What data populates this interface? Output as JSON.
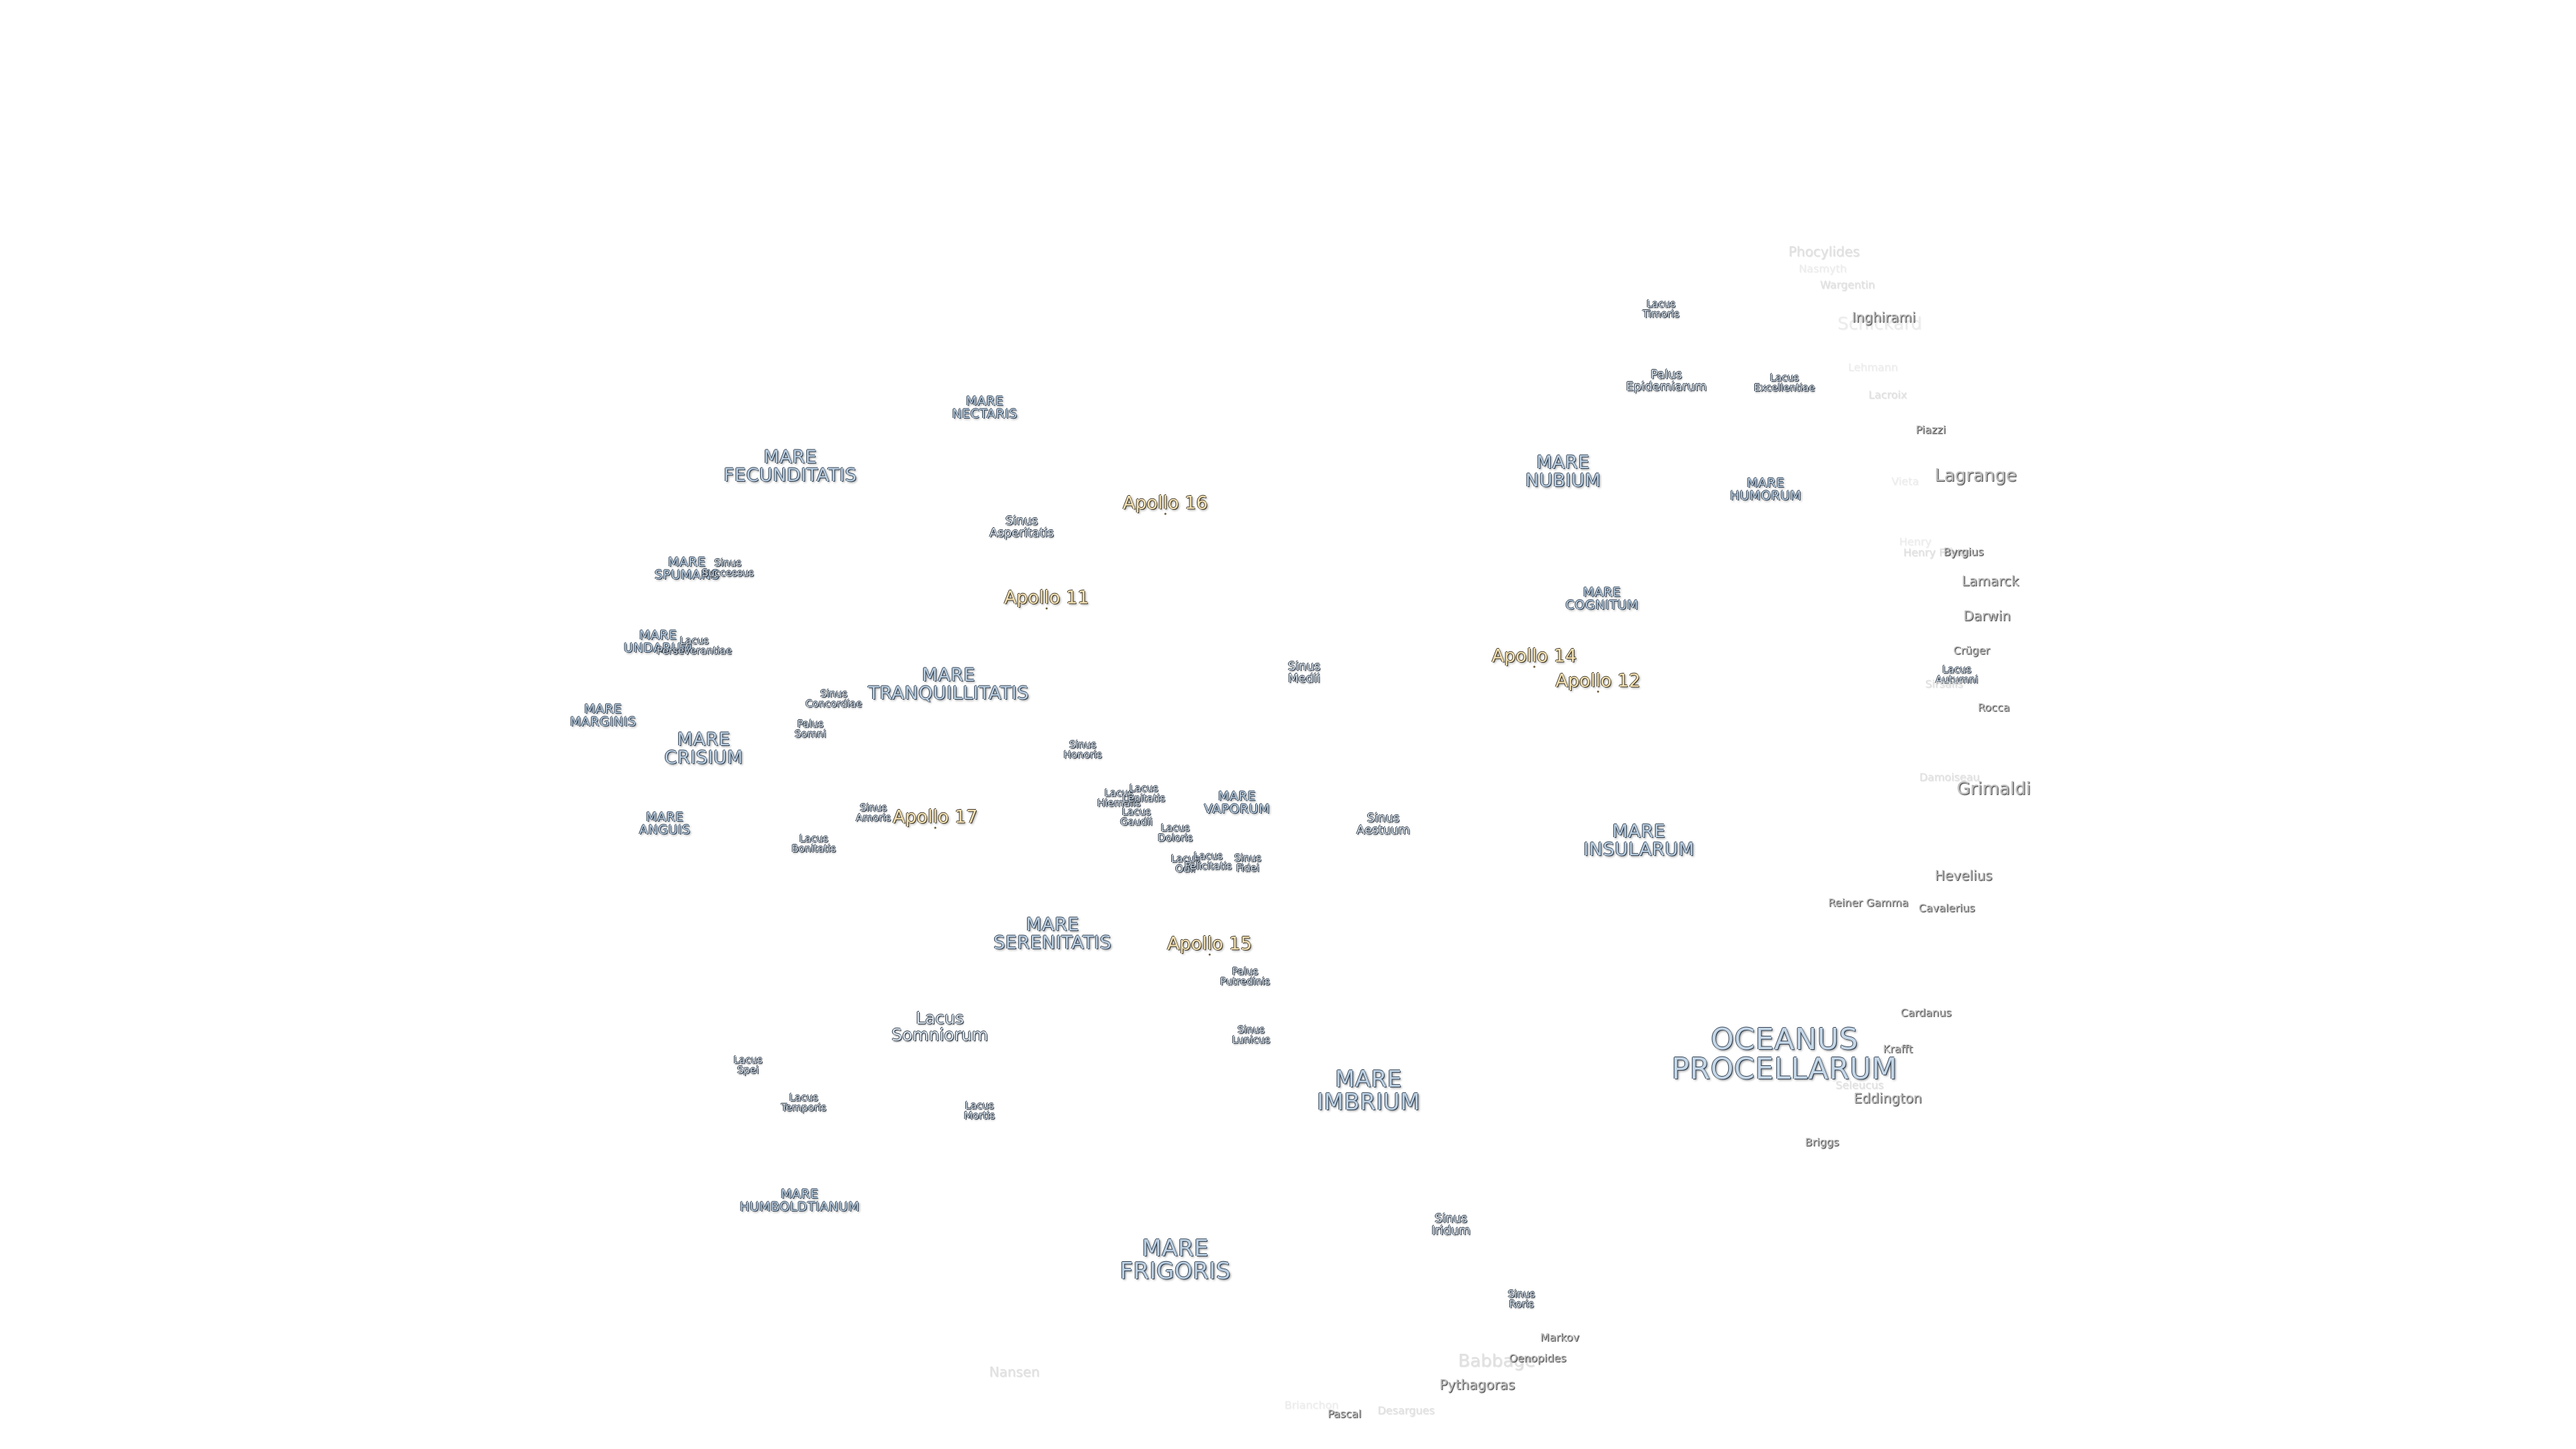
{
  "colors": {
    "background": "#ffffff",
    "mare_text": "#bcd0e2",
    "apollo_text": "#f4e2b4",
    "crater_text": "#bdbdbd"
  },
  "maria": {
    "nectaris": "MARE\nNECTARIS",
    "fecunditatis": "MARE\nFECUNDITATIS",
    "spumans": "MARE\nSPUMANS",
    "undarum": "MARE\nUNDARUM",
    "marginis": "MARE\nMARGINIS",
    "crisium": "MARE\nCRISIUM",
    "anguis": "MARE\nANGUIS",
    "tranquillitatis": "MARE\nTRANQUILLITATIS",
    "serenitatis": "MARE\nSERENITATIS",
    "vaporum": "MARE\nVAPORUM",
    "nubium": "MARE\nNUBIUM",
    "humorum": "MARE\nHUMORUM",
    "cognitum": "MARE\nCOGNITUM",
    "insularum": "MARE\nINSULARUM",
    "imbrium": "MARE\nIMBRIUM",
    "frigoris": "MARE\nFRIGORIS",
    "humboldtianum": "MARE\nHUMBOLDTIANUM",
    "oceanus_procellarum": "OCEANUS\nPROCELLARUM"
  },
  "small_features": {
    "lacus_timoris": "Lacus\nTimoris",
    "palus_epidemiarum": "Palus\nEpidemiarum",
    "lacus_excellentiae": "Lacus\nExcellentiae",
    "sinus_asperitatis": "Sinus\nAsperitatis",
    "sinus_successus": "Sinus\nSuccessus",
    "lacus_perseverantiae": "Lacus\nPerseverantiae",
    "sinus_concordiae": "Sinus\nConcordiae",
    "palus_somni": "Palus\nSomni",
    "sinus_medii": "Sinus\nMedii",
    "sinus_honoris": "Sinus\nHonoris",
    "sinus_amoris": "Sinus\nAmoris",
    "lacus_bonitatis": "Lacus\nBonitatis",
    "lacus_hiemalis": "Lacus\nHiemalis",
    "lacus_lenitatis": "Lacus\nLenitatis",
    "lacus_gaudii": "Lacus\nGaudii",
    "lacus_doloris": "Lacus\nDoloris",
    "lacus_odii": "Lacus\nOdii",
    "lacus_felicitatis": "Lacus\nFelicitatis",
    "sinus_fidei": "Sinus\nFidei",
    "sinus_aestuum": "Sinus\nAestuum",
    "palus_putredinis": "Palus\nPutredinis",
    "lacus_somniorum": "Lacus\nSomniorum",
    "sinus_lunicus": "Sinus\nLunicus",
    "lacus_spei": "Lacus\nSpei",
    "lacus_temporis": "Lacus\nTemporis",
    "lacus_mortis": "Lacus\nMortis",
    "sinus_iridum": "Sinus\nIridum",
    "sinus_roris": "Sinus\nRoris",
    "lacus_autumni": "Lacus\nAutumni"
  },
  "apollo_sites": {
    "a16": "Apollo 16",
    "a11": "Apollo 11",
    "a14": "Apollo 14",
    "a12": "Apollo 12",
    "a17": "Apollo 17",
    "a15": "Apollo 15"
  },
  "craters": {
    "phocylides": "Phocylides",
    "nasmyth": "Nasmyth",
    "wargentin": "Wargentin",
    "inghirami": "Inghirami",
    "schickard": "Schickard",
    "lehmann": "Lehmann",
    "lacroix": "Lacroix",
    "piazzi": "Piazzi",
    "lagrange": "Lagrange",
    "vieta": "Vieta",
    "henry": "Henry",
    "henry_freres": "Henry Frères",
    "byrgius": "Byrgius",
    "lamarck": "Lamarck",
    "darwin": "Darwin",
    "criiger": "Crüger",
    "sirsalis": "Sirsalis",
    "rocca": "Rocca",
    "damoiseau": "Damoiseau",
    "grimaldi": "Grimaldi",
    "hevelius": "Hevelius",
    "reiner_gamma": "Reiner Gamma",
    "cavalerius": "Cavalerius",
    "cardanus": "Cardanus",
    "krafft": "Krafft",
    "seleucus": "Seleucus",
    "eddington": "Eddington",
    "briggs": "Briggs",
    "markov": "Markov",
    "oenopides": "Oenopides",
    "babbage": "Babbage",
    "pythagoras": "Pythagoras",
    "nansen": "Nansen",
    "pascal": "Pascal",
    "desargues": "Desargues",
    "brianchon": "Brianchon"
  }
}
